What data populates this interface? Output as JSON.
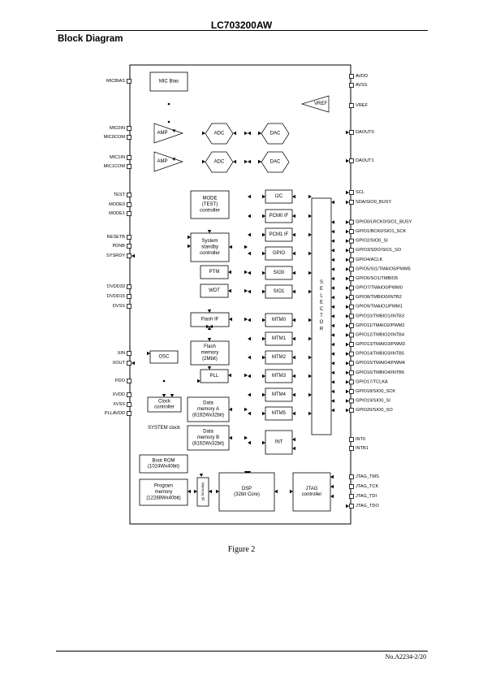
{
  "document": {
    "part_number": "LC703200AW",
    "section_title": "Block Diagram",
    "figure_caption": "Figure 2",
    "footer": "No.A2234-2/20"
  },
  "diagram": {
    "blocks": {
      "mic_bias": "MIC Bias",
      "vref": "VREF",
      "amp": "AMP",
      "adc": "ADC",
      "dac": "DAC",
      "mode_controller": [
        "MODE",
        "(TEST)",
        "controller"
      ],
      "system_standby": [
        "System",
        "standby",
        "controller"
      ],
      "ptm": "PTM",
      "wdt": "WDT",
      "flash_if": "Flash IF",
      "flash_memory": [
        "Flash",
        "memory",
        "(2Mbit)"
      ],
      "osc": "OSC",
      "pll": "PLL",
      "clock_controller": [
        "Clock",
        "controller"
      ],
      "system_clock": "SYSTEM clock",
      "data_memory_a": [
        "Data",
        "memory A",
        "(8192Wx32bit)"
      ],
      "data_memory_b": [
        "Data",
        "memory B",
        "(8192Wx32bit)"
      ],
      "boot_rom": [
        "Boot ROM",
        "(1024Wx40bit)"
      ],
      "program_memory": [
        "Program",
        "memory",
        "(12288Wx40bit)"
      ],
      "memory_if": "Memory I/F",
      "dsp": [
        "DSP",
        "(32bit Core)"
      ],
      "jtag": [
        "JTAG",
        "controller"
      ],
      "i2c": "I2C",
      "pcm0_if": "PCM0 IF",
      "pcm1_if": "PCM1 IF",
      "gpio": "GPIO",
      "sio0": "SIO0",
      "sio1": "SIO1",
      "mtm0": "MTM0",
      "mtm1": "MTM1",
      "mtm2": "MTM2",
      "mtm3": "MTM3",
      "mtm4": "MTM4",
      "mtm5": "MTM5",
      "int": "INT",
      "selector": "SELECTOR"
    },
    "left_pins": [
      "MICBIAS",
      "MIC0IN",
      "MIC0COM",
      "MIC1IN",
      "MIC1COM",
      "TEST",
      "MODE0",
      "MODE1",
      "RESETB",
      "PDNB",
      "SYSRDY",
      "DVDD33",
      "DVDD15",
      "DVSS",
      "XIN",
      "XOUT",
      "PDO",
      "XVDD",
      "XVSS",
      "PLLAVDD"
    ],
    "right_pins": [
      "AVDD",
      "AVSS",
      "VREF",
      "DAOUT0",
      "DAOUT1",
      "SCL",
      "SDA/SIO0_BUSY",
      "GPIO0/LRCK0/SIO1_BUSY",
      "GPIO1/BCK0/SIO1_SCK",
      "GPIO2/SIO0_SI",
      "GPIO3/SDO/SIO1_SO",
      "GPIO4/ACLK",
      "GPIO5/SI1/TMAIO5/PWM5",
      "GPIO6/SO1/TMBIO5",
      "GPIO7/TMAIO0/PWM0",
      "GPIO8/TMBIO0/INTB2",
      "GPIO9/TMAIO1/PWM1",
      "GPIO10/TMBIO1/INTB3",
      "GPIO11/TMAIO2/PWM2",
      "GPIO12/TMBIO2/INTB4",
      "GPIO13/TMAIO3/PWM3",
      "GPIO14/TMBIO3/INTB5",
      "GPIO15/TMAIO4/PWM4",
      "GPIO16/TMBIO4/INTB6",
      "GPIO17/TCLKA",
      "GPIO18/SIO0_SCK",
      "GPIO19/SIO0_SI",
      "GPIO20/SIO0_SO",
      "INT0",
      "INTB1",
      "JTAG_TMS",
      "JTAG_TCK",
      "JTAG_TDI",
      "JTAG_TDO"
    ]
  }
}
